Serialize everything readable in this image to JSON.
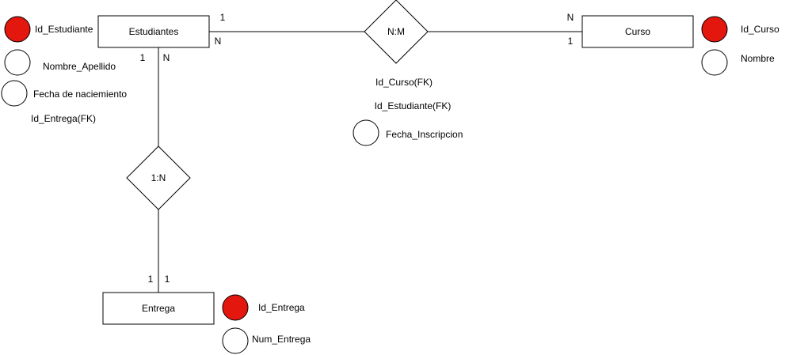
{
  "entities": {
    "estudiantes": "Estudiantes",
    "curso": "Curso",
    "entrega": "Entrega"
  },
  "relationships": {
    "estudiantes_curso": "N:M",
    "estudiantes_entrega": "1:N"
  },
  "attributes": {
    "id_estudiante": "Id_Estudiante",
    "nombre_apellido": "Nombre_Apellido",
    "fecha_nacimiento": "Fecha de naciemiento",
    "id_entrega_fk": "Id_Entrega(FK)",
    "id_curso": "Id_Curso",
    "nombre": "Nombre",
    "id_curso_fk": "Id_Curso(FK)",
    "id_estudiante_fk": "Id_Estudiante(FK)",
    "fecha_inscripcion": "Fecha_Inscripcion",
    "id_entrega": "Id_Entrega",
    "num_entrega": "Num_Entrega"
  },
  "cardinalities": {
    "est_nm_top": "1",
    "est_nm_bottom": "N",
    "curso_nm_top": "N",
    "curso_nm_bottom": "1",
    "est_down_left": "1",
    "est_down_right": "N",
    "entrega_up_left": "1",
    "entrega_up_right": "1"
  },
  "colors": {
    "key_attribute_fill": "#e3170d",
    "stroke": "#000000",
    "background": "#ffffff"
  }
}
